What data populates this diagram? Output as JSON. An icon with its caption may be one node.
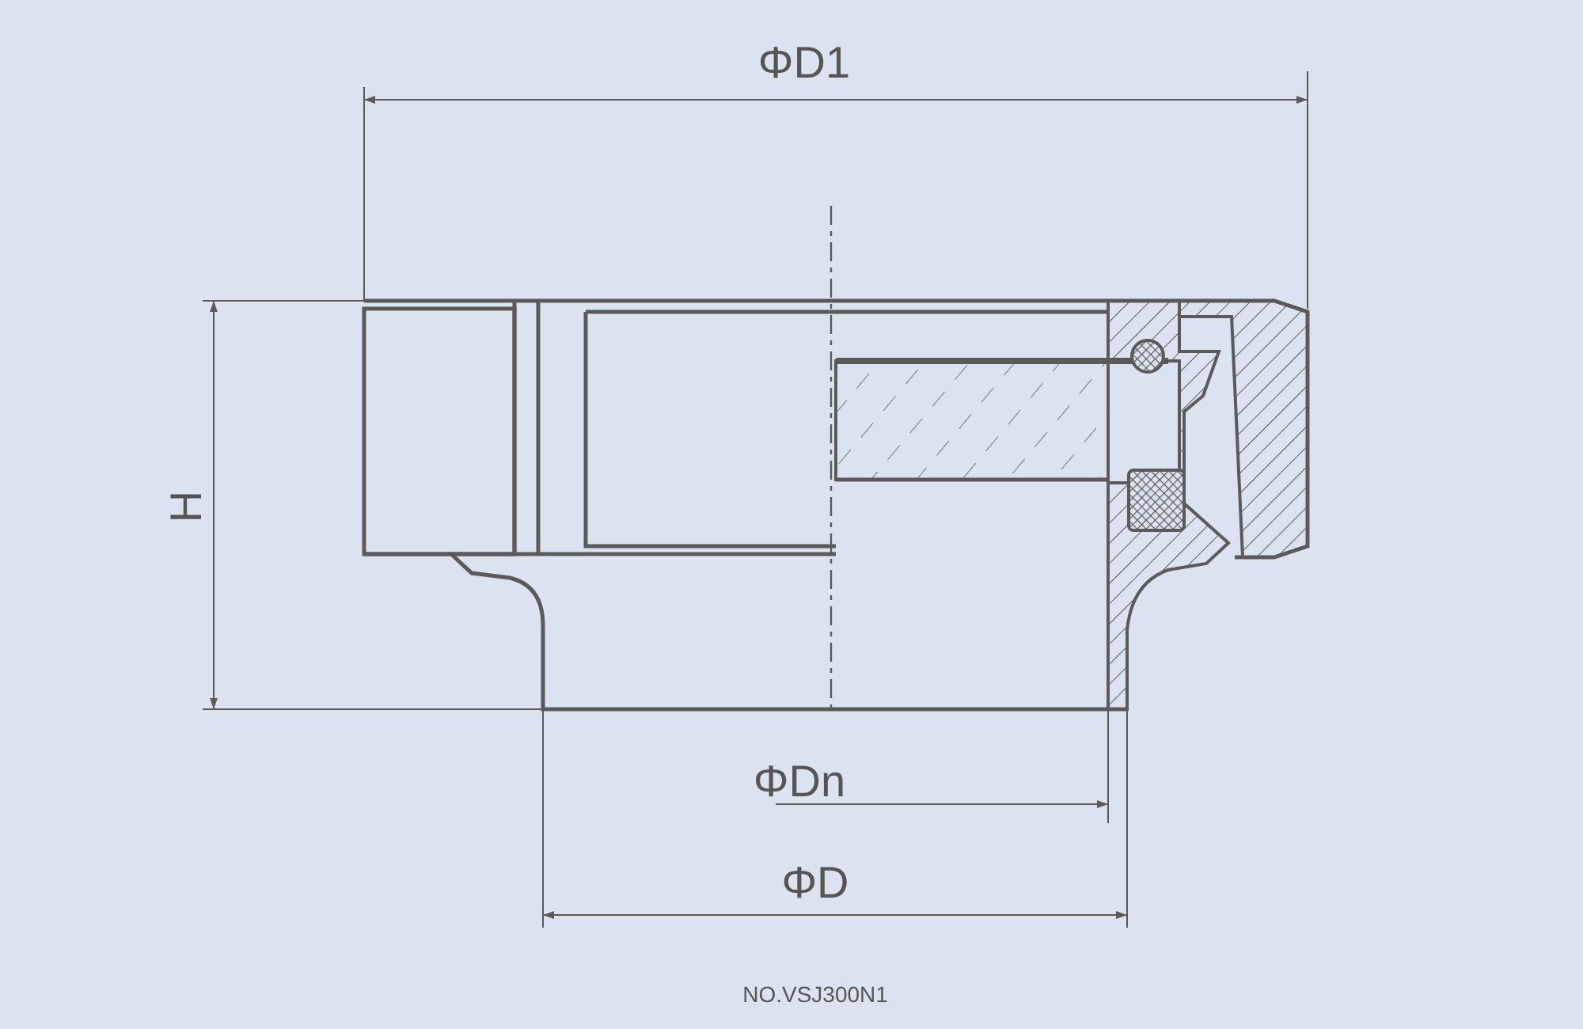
{
  "diagram": {
    "caption": "NO.VSJ300N1",
    "labels": [
      "ΦD1",
      "H",
      "ΦDn",
      "ΦD"
    ]
  }
}
